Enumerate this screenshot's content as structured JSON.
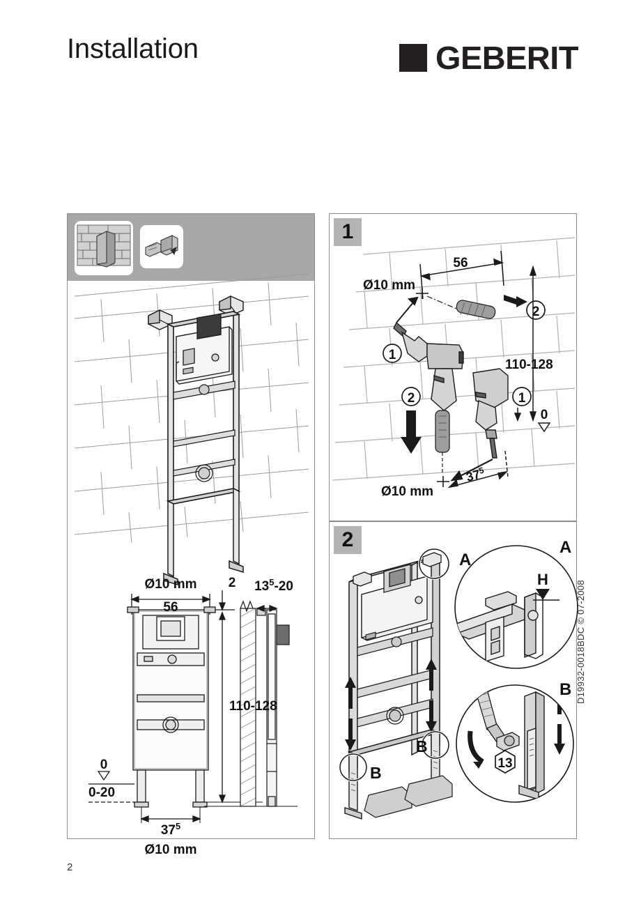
{
  "header": {
    "title": "Installation",
    "brand": "GEBERIT"
  },
  "footer": {
    "page_number": "2",
    "doc_code": "D19932-0018BDC © 07-2008"
  },
  "panels": {
    "left": {
      "name": "overview-panel",
      "thumbnails": [
        {
          "name": "wall-thumbnail",
          "alt": "brick-wall-with-panel"
        },
        {
          "name": "part-thumbnail",
          "alt": "mounting-bracket-part"
        }
      ],
      "isometric": {
        "caption": ""
      },
      "front_elevation": {
        "labels": {
          "hole_diameter_top": "Ø10 mm",
          "width_56": "56",
          "offset_2": "2",
          "height_range": "110-128",
          "zero_mark": "0",
          "zero_range": "0-20",
          "depth_375": "37",
          "depth_375_sup": "5",
          "hole_diameter_bottom": "Ø10 mm"
        }
      },
      "side_section": {
        "labels": {
          "wall_gap": "13",
          "wall_gap_sup": "5",
          "wall_gap_end": "-20"
        }
      }
    },
    "step1": {
      "name": "step-1-panel",
      "badge": "1",
      "labels": {
        "hole_diameter_top": "Ø10 mm",
        "width_56": "56",
        "height_range": "110-128",
        "zero_mark": "0",
        "callout_drill": "1",
        "callout_plug": "2",
        "callout_drill_2": "1",
        "callout_plug_2": "2",
        "hole_diameter_bottom": "Ø10 mm",
        "depth_375": "37",
        "depth_375_sup": "5"
      }
    },
    "step2": {
      "name": "step-2-panel",
      "badge": "2",
      "labels": {
        "detail_a_marker": "A",
        "detail_a_title": "A",
        "detail_a_height": "H",
        "detail_b_marker_left": "B",
        "detail_b_marker_right": "B",
        "detail_b_title": "B",
        "wrench_size": "13"
      }
    }
  },
  "colors": {
    "brand_black": "#231f20",
    "badge_gray": "#b4b4b4",
    "strip_gray": "#a8a8a8",
    "line": "#1a1a1a",
    "fill_light": "#d9d9d9",
    "fill_mid": "#b9b9b9",
    "fill_dark": "#8f8f8f"
  }
}
